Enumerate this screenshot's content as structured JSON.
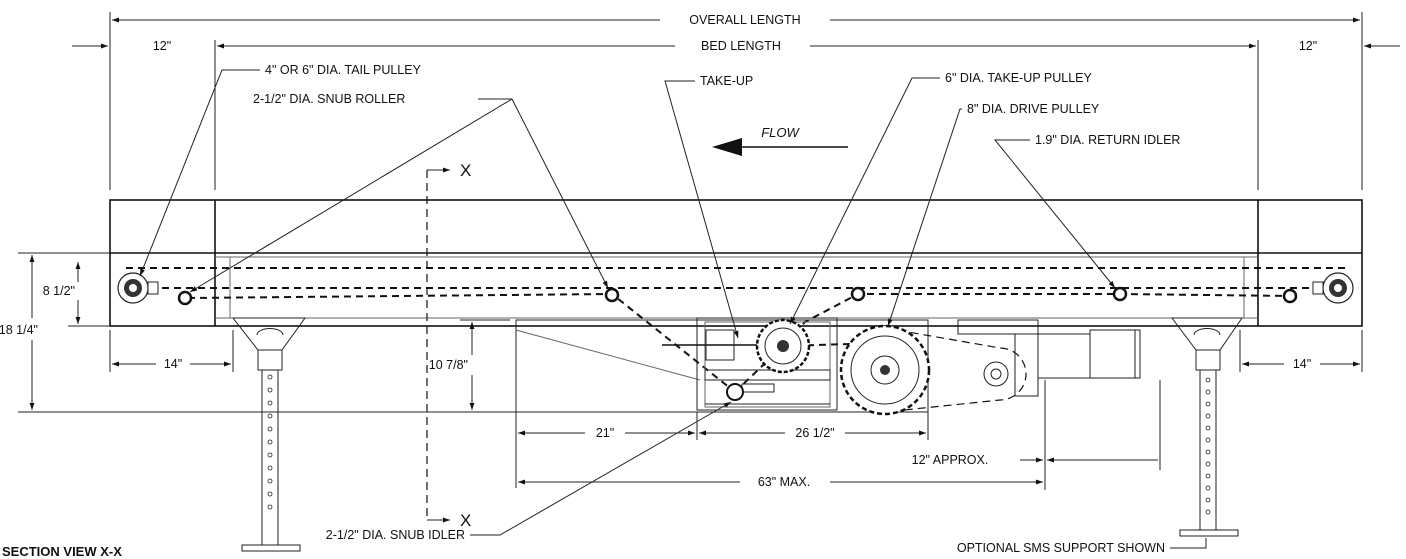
{
  "diagram": {
    "overall_length": "OVERALL LENGTH",
    "bed_length": "BED LENGTH",
    "end_left": "12\"",
    "end_right": "12\"",
    "tail_pulley": "4\" OR 6\" DIA. TAIL PULLEY",
    "snub_roller": "2-1/2\" DIA. SNUB ROLLER",
    "take_up": "TAKE-UP",
    "take_up_pulley": "6\" DIA. TAKE-UP PULLEY",
    "drive_pulley": "8\" DIA. DRIVE PULLEY",
    "return_idler": "1.9\" DIA. RETURN IDLER",
    "flow": "FLOW",
    "section_mark_top": "X",
    "section_mark_bottom": "X",
    "height_8_5": "8 1/2\"",
    "height_18_25": "18 1/4\"",
    "height_10_875": "10 7/8\"",
    "dim_14_left": "14\"",
    "dim_14_right": "14\"",
    "dim_21": "21\"",
    "dim_26_5": "26 1/2\"",
    "dim_12_approx": "12\" APPROX.",
    "dim_63_max": "63\" MAX.",
    "snub_idler": "2-1/2\" DIA. SNUB IDLER",
    "support_note": "OPTIONAL SMS SUPPORT SHOWN",
    "section_view": "SECTION VIEW X-X"
  }
}
